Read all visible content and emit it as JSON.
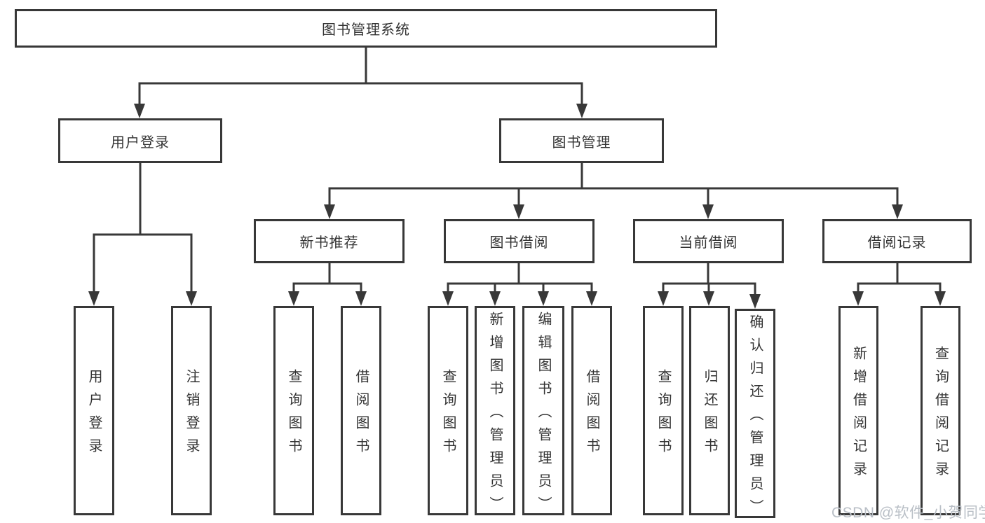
{
  "diagram": {
    "root": {
      "label": "图书管理系统"
    },
    "user_login": {
      "label": "用户登录",
      "children": {
        "login": "用户登录",
        "logout": "注销登录"
      }
    },
    "book_mgmt": {
      "label": "图书管理",
      "children": {
        "new_book_rec": {
          "label": "新书推荐",
          "children": {
            "query_books": "查询图书",
            "borrow_books": "借阅图书"
          }
        },
        "book_borrow": {
          "label": "图书借阅",
          "children": {
            "query_books": "查询图书",
            "add_books": "新增图书（管理员）",
            "edit_books": "编辑图书（管理员）",
            "borrow_books": "借阅图书"
          }
        },
        "current_borrow": {
          "label": "当前借阅",
          "children": {
            "query_books": "查询图书",
            "return_books": "归还图书",
            "confirm_return": "确认归还（管理员）"
          }
        },
        "borrow_records": {
          "label": "借阅记录",
          "children": {
            "add_record": "新增借阅记录",
            "query_record": "查询借阅记录"
          }
        }
      }
    }
  },
  "watermark": {
    "text": "CSDN @软件_小贺同学"
  },
  "colors": {
    "line": "#383838",
    "text": "#333333",
    "watermark_text": "#b9bfc6",
    "background": "#ffffff"
  }
}
